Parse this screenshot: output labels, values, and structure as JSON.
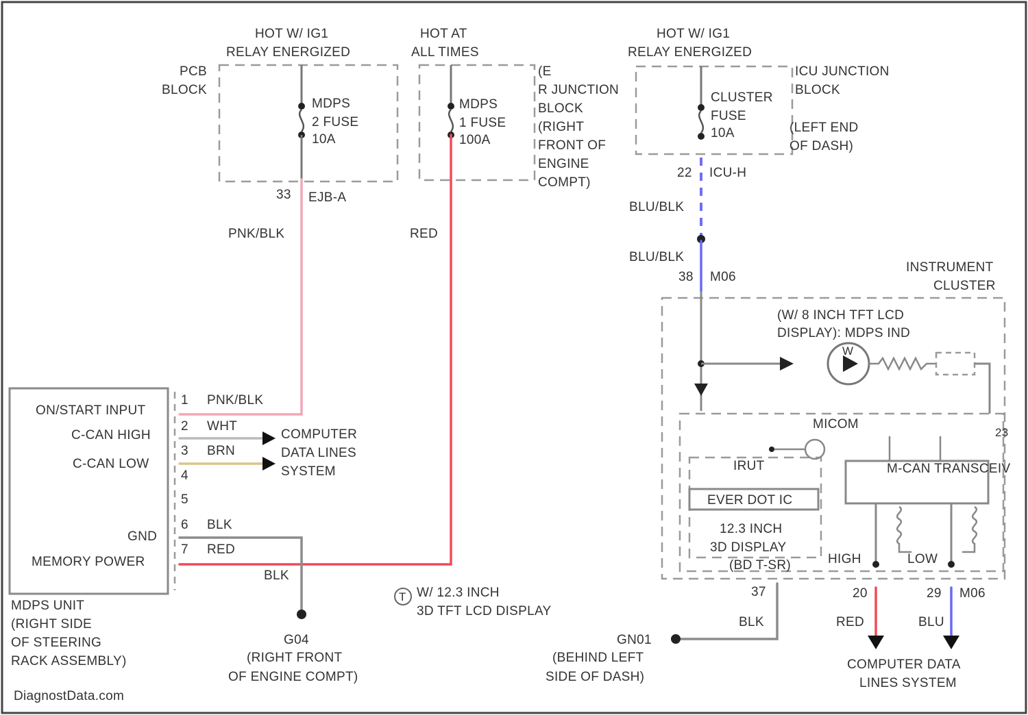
{
  "fuse_block_left": {
    "header": [
      "HOT W/ IG1",
      "RELAY ENERGIZED"
    ],
    "block_label": [
      "PCB",
      "BLOCK"
    ],
    "fuse_label": [
      "MDPS",
      "2 FUSE",
      "10A"
    ],
    "pin": "33",
    "connector": "EJB-A"
  },
  "fuse_block_middle": {
    "header": [
      "HOT AT",
      "ALL TIMES"
    ],
    "block_label": [
      "(E",
      "R JUNCTION",
      "BLOCK",
      "(RIGHT",
      "FRONT OF",
      "ENGINE",
      "COMPT)"
    ],
    "fuse_label": [
      "MDPS",
      "1 FUSE",
      "100A"
    ]
  },
  "fuse_block_right": {
    "header": [
      "HOT W/ IG1",
      "RELAY ENERGIZED"
    ],
    "block_label": [
      "ICU JUNCTION",
      "BLOCK",
      "(LEFT END",
      "OF DASH)"
    ],
    "fuse_label": [
      "CLUSTER",
      "FUSE",
      "10A"
    ],
    "pin": "22",
    "connector": "ICU-H"
  },
  "wires": {
    "pink_blk": "PNK/BLK",
    "red": "RED",
    "blu_blk_1": "BLU/BLK",
    "blu_blk_2": "BLU/BLK",
    "blu_blk_pin": "38",
    "blu_blk_connector": "M06",
    "blk_ground": "BLK",
    "blk_cluster": "BLK",
    "red_low": "RED",
    "blu_low": "BLU"
  },
  "mdps_unit": {
    "pins": [
      {
        "num": "1",
        "signal": "ON/START INPUT",
        "wire": "PNK/BLK"
      },
      {
        "num": "2",
        "signal": "C-CAN HIGH",
        "wire": "WHT"
      },
      {
        "num": "3",
        "signal": "C-CAN LOW",
        "wire": "BRN"
      },
      {
        "num": "4",
        "signal": "",
        "wire": ""
      },
      {
        "num": "5",
        "signal": "",
        "wire": ""
      },
      {
        "num": "6",
        "signal": "GND",
        "wire": "BLK"
      },
      {
        "num": "7",
        "signal": "MEMORY POWER",
        "wire": "RED"
      }
    ],
    "label": [
      "MDPS UNIT",
      "(RIGHT SIDE",
      "OF STEERING",
      "RACK ASSEMBLY)"
    ]
  },
  "can_reference": [
    "COMPUTER",
    "DATA LINES",
    "SYSTEM"
  ],
  "ground_g04": {
    "label": [
      "G04",
      "(RIGHT FRONT",
      "OF ENGINE COMPT)"
    ]
  },
  "note": {
    "symbol": "T",
    "text": [
      "W/ 12.3 INCH",
      "3D TFT LCD DISPLAY"
    ]
  },
  "cluster": {
    "title": [
      "INSTRUMENT",
      "CLUSTER"
    ],
    "display_label": [
      "(W/ 8 INCH TFT LCD",
      "DISPLAY): MDPS IND"
    ],
    "indicator_symbol": "W",
    "micom_label": "MICOM",
    "micom_pin": "23",
    "sub_label_1": "IRUT",
    "sub_label_2": "EVER DOT IC",
    "sub_label_3": [
      "12.3 INCH",
      "3D DISPLAY",
      "(BD T-SR)"
    ],
    "transceiver_label": "M-CAN TRANSCEIV",
    "high_label": "HIGH",
    "low_label": "LOW",
    "pin_ground": "37",
    "pin_high": "20",
    "pin_low": "29",
    "pin_low_connector": "M06"
  },
  "ground_g01": {
    "label": [
      "GN01",
      "(BEHIND LEFT",
      "SIDE OF DASH)"
    ]
  },
  "data_lines_bottom": [
    "COMPUTER DATA",
    "LINES SYSTEM"
  ],
  "watermark": "DiagnostData.com",
  "colors": {
    "pink": "#f2a7b8",
    "red": "#f04a5a",
    "blue_dash": "#6f6ff0",
    "blue": "#6a6af2",
    "gray": "#8c8c8c",
    "tan": "#d9c58a"
  }
}
